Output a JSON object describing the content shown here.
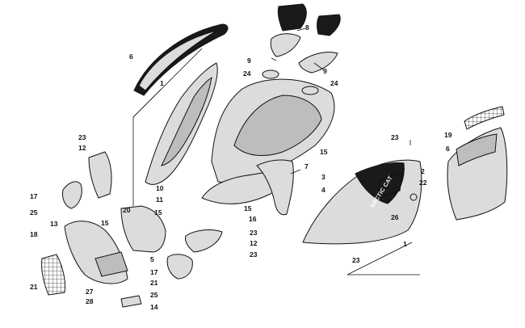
{
  "diagram": {
    "callouts": [
      {
        "id": "c8",
        "label": "8"
      },
      {
        "id": "c9a",
        "label": "9"
      },
      {
        "id": "c9b",
        "label": "9"
      },
      {
        "id": "c24a",
        "label": "24"
      },
      {
        "id": "c24b",
        "label": "24"
      },
      {
        "id": "c6a",
        "label": "6"
      },
      {
        "id": "c1a",
        "label": "1"
      },
      {
        "id": "c23a",
        "label": "23"
      },
      {
        "id": "c12a",
        "label": "12"
      },
      {
        "id": "c17a",
        "label": "17"
      },
      {
        "id": "c25a",
        "label": "25"
      },
      {
        "id": "c10",
        "label": "10"
      },
      {
        "id": "c11",
        "label": "11"
      },
      {
        "id": "c20",
        "label": "20"
      },
      {
        "id": "c15a",
        "label": "15"
      },
      {
        "id": "c15b",
        "label": "15"
      },
      {
        "id": "c15c",
        "label": "15"
      },
      {
        "id": "c15d",
        "label": "15"
      },
      {
        "id": "c16",
        "label": "16"
      },
      {
        "id": "c7",
        "label": "7"
      },
      {
        "id": "c13",
        "label": "13"
      },
      {
        "id": "c18",
        "label": "18"
      },
      {
        "id": "c5",
        "label": "5"
      },
      {
        "id": "c23b",
        "label": "23"
      },
      {
        "id": "c12b",
        "label": "12"
      },
      {
        "id": "c23c",
        "label": "23"
      },
      {
        "id": "c17b",
        "label": "17"
      },
      {
        "id": "c21a",
        "label": "21"
      },
      {
        "id": "c21b",
        "label": "21"
      },
      {
        "id": "c27",
        "label": "27"
      },
      {
        "id": "c28",
        "label": "28"
      },
      {
        "id": "c25b",
        "label": "25"
      },
      {
        "id": "c14",
        "label": "14"
      },
      {
        "id": "c23d",
        "label": "23"
      },
      {
        "id": "c3",
        "label": "3"
      },
      {
        "id": "c2",
        "label": "2"
      },
      {
        "id": "c4",
        "label": "4"
      },
      {
        "id": "c22",
        "label": "22"
      },
      {
        "id": "c26",
        "label": "26"
      },
      {
        "id": "c1b",
        "label": "1"
      },
      {
        "id": "c23e",
        "label": "23"
      },
      {
        "id": "c19",
        "label": "19"
      },
      {
        "id": "c6b",
        "label": "6"
      }
    ],
    "decal_text": "ARCTIC CAT"
  }
}
